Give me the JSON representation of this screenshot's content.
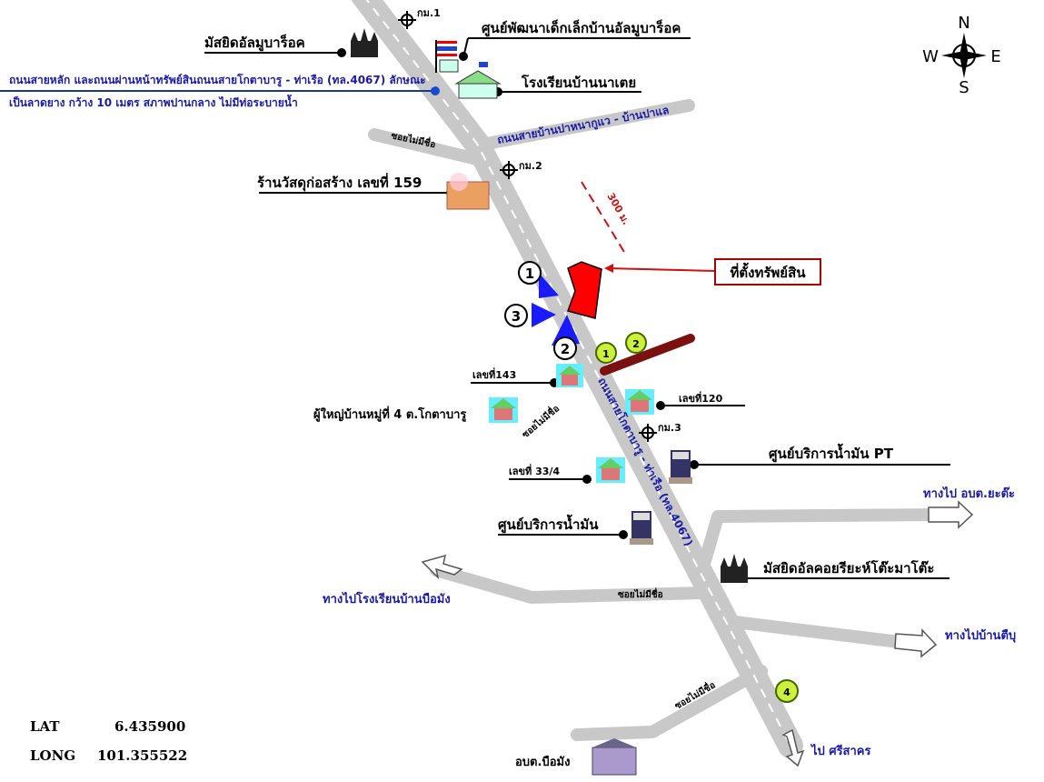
{
  "landmarks": {
    "mosque_top": "มัสยิดอัลมูบาร็อค",
    "childcare": "ศูนย์พัฒนาเด็กเล็กบ้านอัลมูบาร็อค",
    "school": "โรงเรียนบ้านนาเตย",
    "hardware": "ร้านวัสดุก่อสร้าง เลขที่ 159",
    "house143": "เลขที่143",
    "house120": "เลขที่120",
    "headman": "ผู้ใหญ่บ้านหมู่ที่ 4 ต.โกตาบารู",
    "house334": "เลขที่ 33/4",
    "gas_pt": "ศูนย์บริการน้ำมัน PT",
    "gas": "ศูนย์บริการน้ำมัน",
    "mosque_bottom": "มัสยิดอัลคอยรียะห์โต๊ะมาโต๊ะ",
    "sao": "อบต.บือมัง",
    "property": "ที่ตั้งทรัพย์สิน"
  },
  "km_markers": [
    "กม.1",
    "กม.2",
    "กม.3"
  ],
  "road_note": [
    "ถนนสายหลัก และถนนผ่านหน้าทรัพย์สินถนนสายโกตาบารู - ท่าเรือ (ทล.4067) ลักษณะ",
    "เป็นลาดยาง กว้าง 10 เมตร สภาพปานกลาง ไม่มีท่อระบายน้ำ"
  ],
  "roads": {
    "main": "ถนนสายโกตาบารู - ท่าเรือ (ทล.4067)",
    "side_top": "ถนนสายบ้านปาหนากูแว - บ้านปาแล",
    "unnamed": "ซอยไม่มีชื่อ"
  },
  "directions": {
    "yata": "ทางไป อบต.ยะต๊ะ",
    "school_buemang": "ทางไปโรงเรียนบ้านบือมัง",
    "tuebu": "ทางไปบ้านตืบุ",
    "srisakhon": "ไป ศรีสาคร"
  },
  "distance": "300 ม.",
  "markers_photo": [
    "1",
    "2",
    "3"
  ],
  "markers_green": [
    "1",
    "2",
    "4"
  ],
  "compass": {
    "n": "N",
    "s": "S",
    "e": "E",
    "w": "W"
  },
  "coords": {
    "lat_label": "LAT",
    "lat": "6.435900",
    "long_label": "LONG",
    "long": "101.355522"
  },
  "colors": {
    "road": "#c8c8c8",
    "property": "#ff0000",
    "arrow_blue": "#1a1aff",
    "access_road": "#7a1010",
    "label_blue": "#1a1aa8",
    "marker_green": "#ccf03c"
  }
}
